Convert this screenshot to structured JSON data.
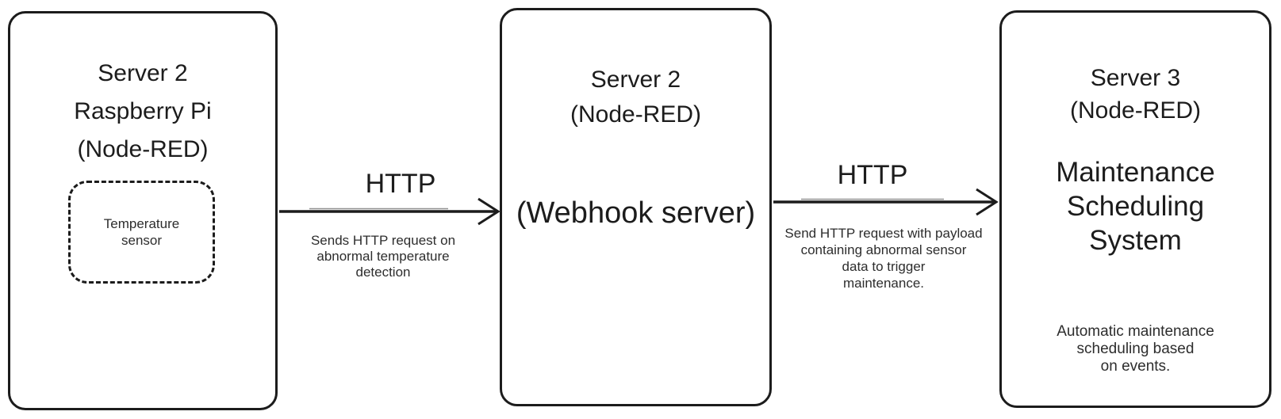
{
  "diagram": {
    "background_color": "#ffffff",
    "stroke_color": "#1c1c1c",
    "text_color": "#1c1c1c",
    "nodes": {
      "raspberry_pi": {
        "title": "Server 2\nRaspberry Pi\n(Node-RED)",
        "sensor": {
          "label": "Temperature\nsensor"
        }
      },
      "webhook": {
        "title": "Server 2\n(Node-RED)",
        "subtitle": "(Webhook server)"
      },
      "maintenance": {
        "title": "Server 3\n(Node-RED)",
        "subtitle": "Maintenance\nScheduling\nSystem",
        "description": "Automatic maintenance\nscheduling based\non events."
      }
    },
    "edges": {
      "pi_to_webhook": {
        "label": "HTTP",
        "description": "Sends HTTP request on\nabnormal temperature\ndetection"
      },
      "webhook_to_maintenance": {
        "label": "HTTP",
        "description": "Send HTTP request with payload\ncontaining abnormal sensor\ndata to trigger\nmaintenance."
      }
    }
  }
}
